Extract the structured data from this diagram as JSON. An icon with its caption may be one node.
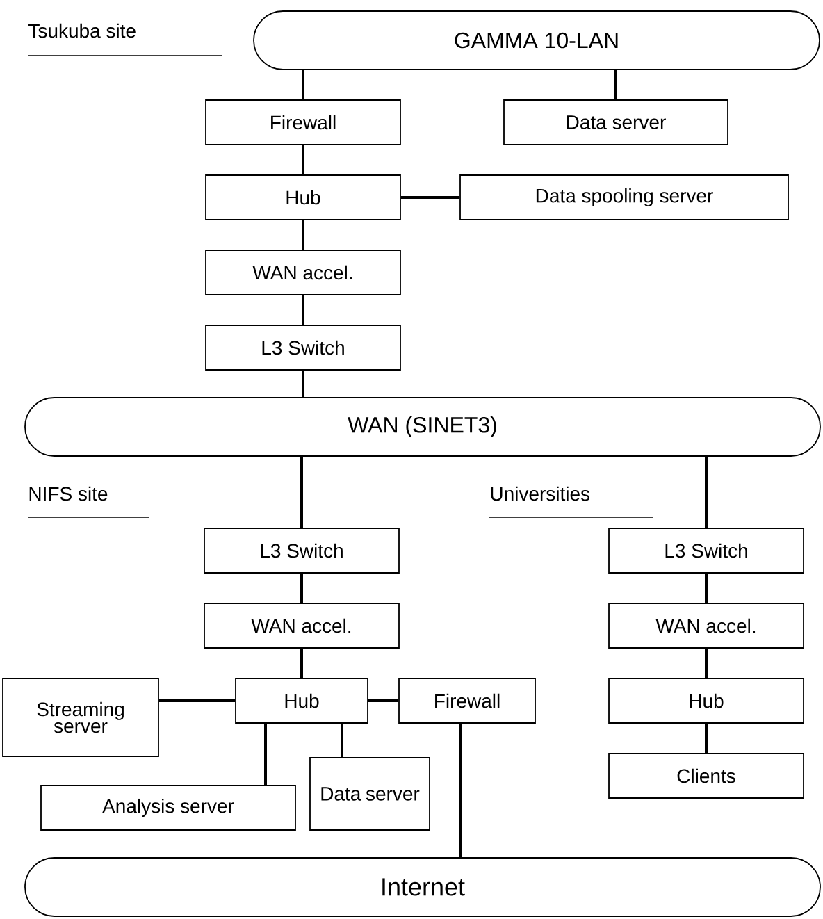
{
  "diagram": {
    "nodes": [
      {
        "text": [
          "GAMMA 10-LAN"
        ]
      },
      {
        "text": [
          "Firewall"
        ]
      },
      {
        "text": [
          "Data server"
        ]
      },
      {
        "text": [
          "Hub"
        ]
      },
      {
        "text": [
          "Data spooling server"
        ]
      },
      {
        "text": [
          "WAN accel."
        ]
      },
      {
        "text": [
          "L3 Switch"
        ]
      },
      {
        "text": [
          "WAN (SINET3)"
        ]
      },
      {
        "text": [
          "L3 Switch"
        ]
      },
      {
        "text": [
          "WAN accel."
        ]
      },
      {
        "text": [
          "Streaming server"
        ]
      },
      {
        "text": [
          "Hub"
        ]
      },
      {
        "text": [
          "Firewall"
        ]
      },
      {
        "text": [
          "Analysis server"
        ]
      },
      {
        "text": [
          "Data server"
        ]
      },
      {
        "text": [
          "L3 Switch"
        ]
      },
      {
        "text": [
          "WAN accel."
        ]
      },
      {
        "text": [
          "Hub"
        ]
      },
      {
        "text": [
          "Clients"
        ]
      },
      {
        "text": [
          "Internet"
        ]
      }
    ],
    "edges": [
      {
        "from": 0,
        "to": 1,
        "arrow": "none"
      },
      {
        "from": 0,
        "to": 2,
        "arrow": "none"
      },
      {
        "from": 1,
        "to": 3,
        "arrow": "none"
      },
      {
        "from": 3,
        "to": 4,
        "arrow": "none"
      },
      {
        "from": 3,
        "to": 5,
        "arrow": "none"
      },
      {
        "from": 5,
        "to": 6,
        "arrow": "none"
      },
      {
        "from": 6,
        "to": 7,
        "arrow": "none"
      },
      {
        "from": 7,
        "to": 8,
        "arrow": "none"
      },
      {
        "from": 8,
        "to": 9,
        "arrow": "none"
      },
      {
        "from": 9,
        "to": 11,
        "arrow": "none"
      },
      {
        "from": 11,
        "to": 10,
        "arrow": "none"
      },
      {
        "from": 11,
        "to": 12,
        "arrow": "none"
      },
      {
        "from": 11,
        "to": 13,
        "arrow": "none"
      },
      {
        "from": 11,
        "to": 14,
        "arrow": "none"
      },
      {
        "from": 12,
        "to": 19,
        "arrow": "none"
      },
      {
        "from": 7,
        "to": 15,
        "arrow": "none"
      },
      {
        "from": 15,
        "to": 16,
        "arrow": "none"
      },
      {
        "from": 16,
        "to": 17,
        "arrow": "none"
      },
      {
        "from": 17,
        "to": 18,
        "arrow": "none"
      }
    ],
    "labels": [
      "Tsukuba site",
      "NIFS site",
      "Universities"
    ]
  }
}
